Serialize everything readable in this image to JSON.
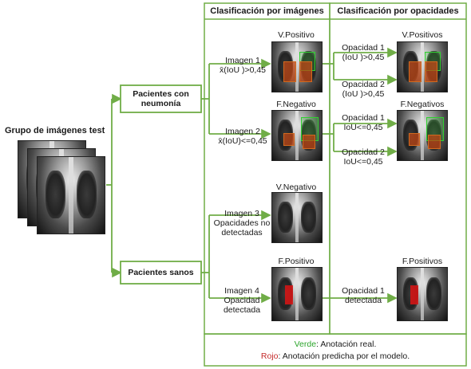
{
  "title": "Grupo  de imágenes test",
  "col_headers": {
    "images": "Clasificación por imágenes",
    "opacities": "Clasificación por opacidades"
  },
  "groups": {
    "pneumonia": "Pacientes con\nneumonía",
    "healthy": "Pacientes sanos"
  },
  "edges": {
    "img1": "Imagen 1\nx̄(IoU )>0,45",
    "img2": "Imagen 2\nx̄(IoU)<=0,45",
    "img3": "Imagen 3\nOpacidades no\ndetectadas",
    "img4": "Imagen 4\nOpacidad\ndetectada",
    "op1a": "Opacidad 1\n(IoU )>0,45",
    "op2a": "Opacidad 2\n(IoU )>0,45",
    "op1b": "Opacidad 1\nIoU<=0,45",
    "op2b": "Opacidad 2\nIoU<=0,45",
    "op1c": "Opacidad 1\ndetectada"
  },
  "image_labels": {
    "vpos": "V.Positivo",
    "fneg": "F.Negativo",
    "vneg": "V.Negativo",
    "fpos": "F.Positivo",
    "vpos_op": "V.Positivos",
    "fneg_op": "F.Negativos",
    "fpos_op": "F.Positivos"
  },
  "legend": {
    "verde_word": "Verde",
    "verde_text": ": Anotación real.",
    "rojo_word": "Rojo",
    "rojo_text": ": Anotación predicha por el modelo."
  },
  "colors": {
    "arrows": "#70ad47",
    "frame": "#70ad47",
    "real_annotation": "#2fd12f",
    "predicted_annotation": "#c42b2b"
  }
}
